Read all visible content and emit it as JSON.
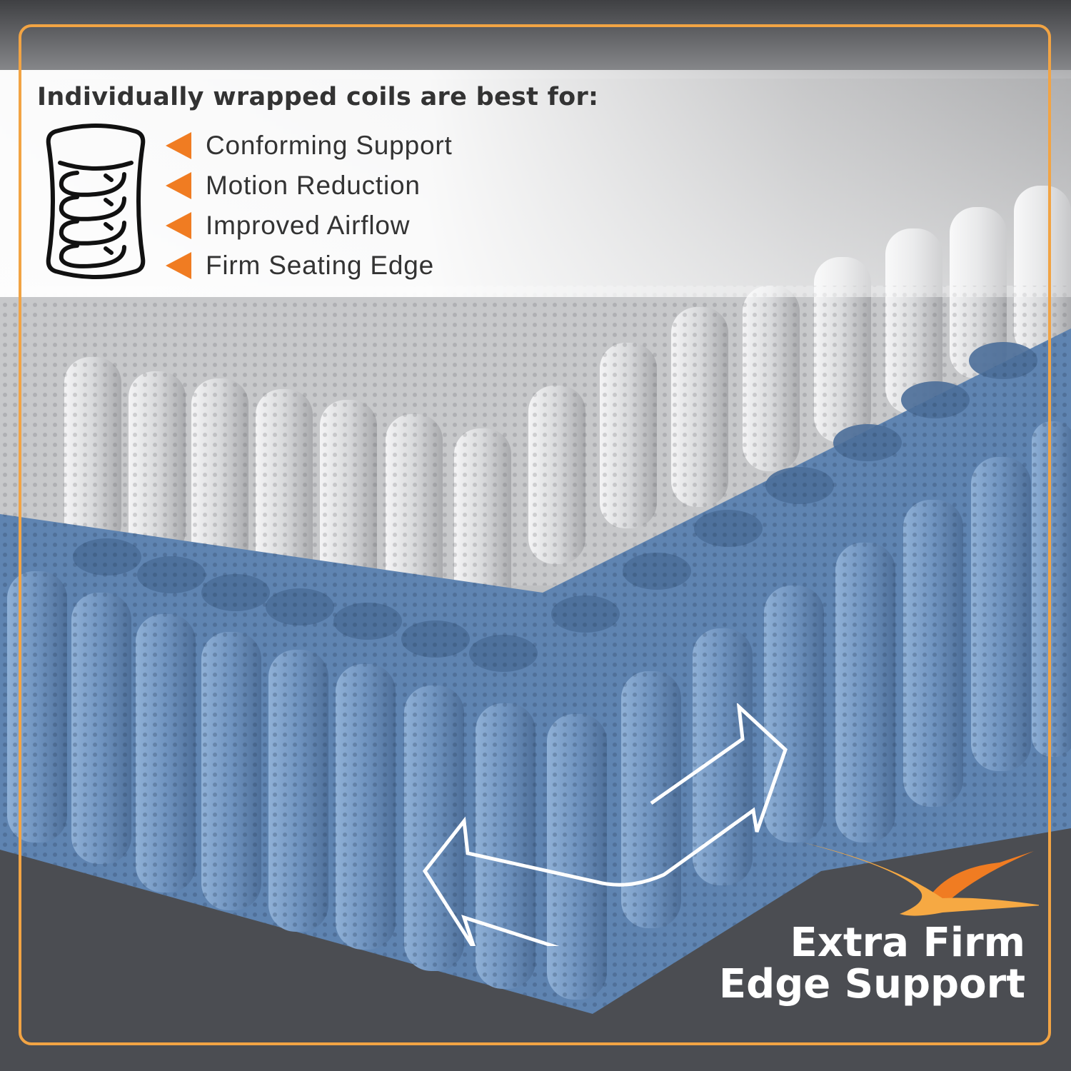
{
  "infographic": {
    "heading": "Individually wrapped coils are best for:",
    "icon": "wrapped-coil-icon",
    "benefits": [
      {
        "label": "Conforming Support",
        "icon": "orange-triangle-bullet-icon"
      },
      {
        "label": "Motion Reduction",
        "icon": "orange-triangle-bullet-icon"
      },
      {
        "label": "Improved Airflow",
        "icon": "orange-triangle-bullet-icon"
      },
      {
        "label": "Firm Seating Edge",
        "icon": "orange-triangle-bullet-icon"
      }
    ],
    "callout": {
      "line1": "Extra Firm",
      "line2": "Edge Support",
      "icon": "orange-swoosh-logo-icon"
    },
    "arrow_icon": "double-headed-arrow-icon"
  },
  "colors": {
    "frame": "#f2a444",
    "bullet": "#f07c22",
    "heading_text": "#333333",
    "callout_text": "#ffffff",
    "white_coils": "#d9dadc",
    "blue_coils": "#6f93bf",
    "floor": "#4a4c52"
  }
}
